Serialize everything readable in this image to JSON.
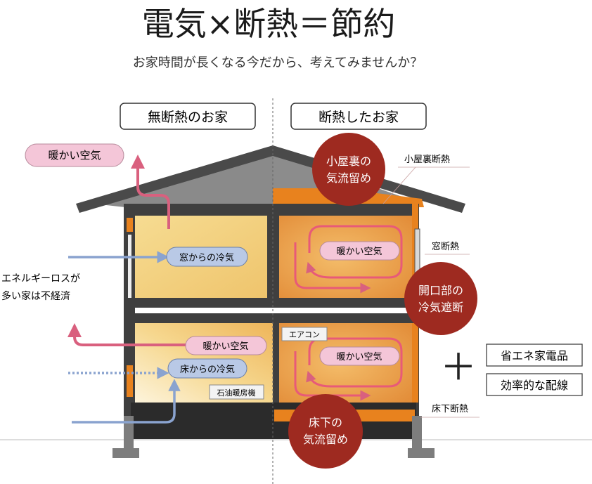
{
  "header": {
    "title": "電気×断熱＝節約",
    "subtitle": "お家時間が長くなる今だから、考えてみませんか？"
  },
  "panels": {
    "left_label": "無断熱のお家",
    "right_label": "断熱したお家"
  },
  "left_side": {
    "warm_air_top": "暖かい空気",
    "window_cold": "窓からの冷気",
    "energy_loss": [
      "エネルギーロスが",
      "多い家は不経済"
    ],
    "warm_air_lower": "暖かい空気",
    "floor_cold": "床からの冷気",
    "heater": "石油暖房機"
  },
  "right_side": {
    "attic_bubble": [
      "小屋裏の",
      "気流留め"
    ],
    "attic_insulation": "小屋裏断熱",
    "window_insulation": "窓断熱",
    "opening_bubble": [
      "開口部の",
      "冷気遮断"
    ],
    "warm_air_upper": "暖かい空気",
    "aircon": "エアコン",
    "warm_air_lower": "暖かい空気",
    "floor_insulation": "床下断熱",
    "floor_bubble": [
      "床下の",
      "気流留め"
    ]
  },
  "extras": {
    "plus": "＋",
    "appliances": "省エネ家電品",
    "wiring": "効率的な配線"
  },
  "colors": {
    "roof": "#4a4a4a",
    "frame": "#3f3f3f",
    "insulation": "#e8821e",
    "bubble": "#9e2a20",
    "warm_arrow": "#d9607e",
    "cold_arrow": "#8aa3cf",
    "pink_label": "#f4c6d8",
    "blue_label": "#b9c9e6"
  }
}
